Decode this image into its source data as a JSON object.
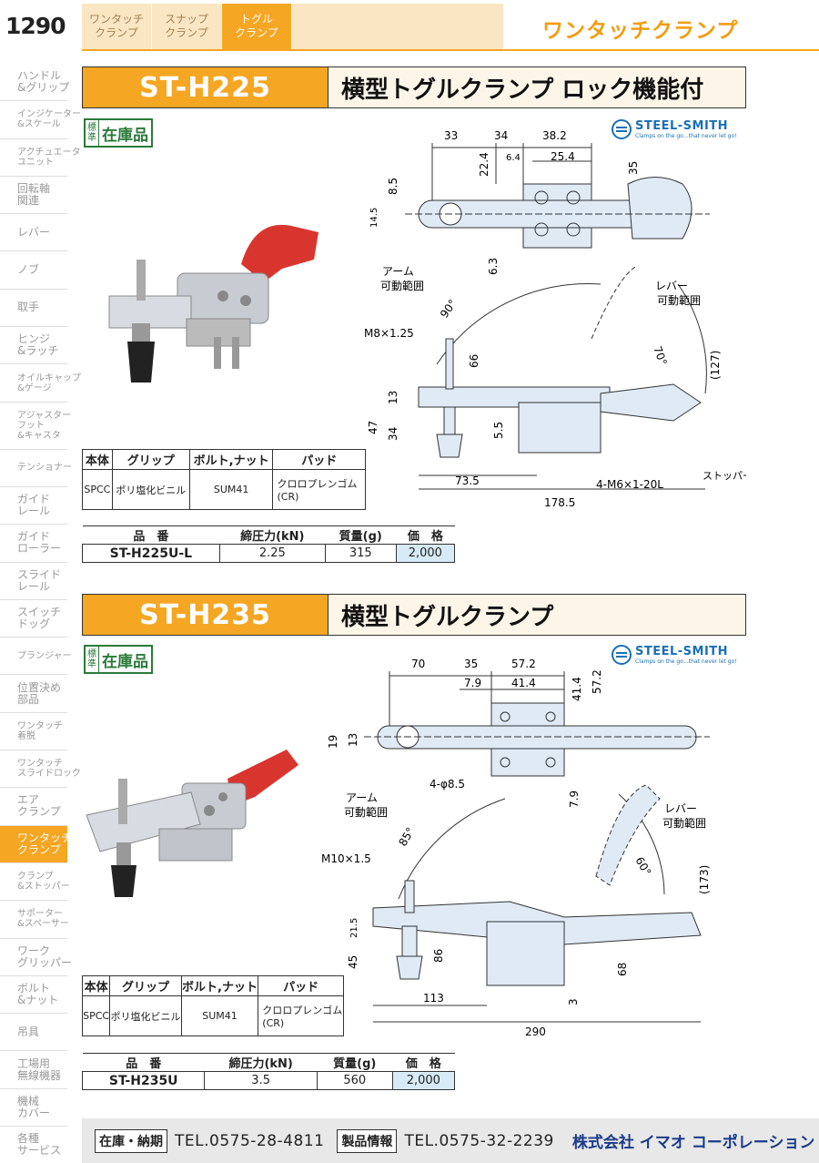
{
  "header": {
    "page": "1290",
    "tabs": [
      "ワンタッチ\nクランプ",
      "スナップ\nクランプ",
      "トグル\nクランプ"
    ],
    "title": "ワンタッチクランプ"
  },
  "sidebar": [
    "ハンドル\n&グリップ",
    "インジケーター\n&スケール",
    "アクチュエータ\nユニット",
    "回転軸\n関連",
    "レバー",
    "ノブ",
    "取手",
    "ヒンジ\n&ラッチ",
    "オイルキャップ\n&ゲージ",
    "アジャスター\nフット\n&キャスタ",
    "テンショナー",
    "ガイド\nレール",
    "ガイド\nローラー",
    "スライド\nレール",
    "スイッチ\nドッグ",
    "プランジャー",
    "位置決め\n部品",
    "ワンタッチ\n着脱",
    "ワンタッチ\nスライドロック",
    "エア\nクランプ",
    "ワンタッチ\nクランプ",
    "クランプ\n&ストッパー",
    "サポーター\n&スペーサー",
    "ワーク\nグリッパー",
    "ボルト\n&ナット",
    "吊具",
    "工場用\n無線機器",
    "機械\nカバー",
    "各種\nサービス"
  ],
  "stock": {
    "k": "標\n準",
    "v": "在庫品"
  },
  "logo": {
    "name": "STEEL-SMITH",
    "tag": "Clamps on the go…that never let go!"
  },
  "mat_head": [
    "本体",
    "グリップ",
    "ボルト,ナット",
    "パッド"
  ],
  "spec_head": [
    "品　番",
    "締圧力(kN)",
    "質量(g)",
    "価　格"
  ],
  "p1": {
    "model": "ST-H225",
    "name": "横型トグルクランプ ロック機能付",
    "mat": [
      "SPCC",
      "ポリ塩化ビニル",
      "SUM41",
      "クロロプレンゴム\n(CR)"
    ],
    "spec": [
      "ST-H225U-L",
      "2.25",
      "315",
      "2,000"
    ],
    "dims": {
      "d33": "33",
      "d34": "34",
      "d382": "38.2",
      "d64": "6.4",
      "d254": "25.4",
      "d224": "22.4",
      "d35": "35",
      "d85": "8.5",
      "d145": "14.5",
      "d63": "6.3",
      "arm": "アーム",
      "armr": "可動範囲",
      "a90": "90°",
      "lever": "レバー",
      "leverr": "可動範囲",
      "a70": "70°",
      "d127": "(127)",
      "m8": "M8×1.25",
      "d66": "66",
      "d13": "13",
      "d47": "47",
      "d34b": "34",
      "d55": "5.5",
      "d735": "73.5",
      "m6": "4-M6×1-20L",
      "d1785": "178.5",
      "stopper": "ストッパー"
    }
  },
  "p2": {
    "model": "ST-H235",
    "name": "横型トグルクランプ",
    "mat": [
      "SPCC",
      "ポリ塩化ビニル",
      "SUM41",
      "クロロプレンゴム\n(CR)"
    ],
    "spec": [
      "ST-H235U",
      "3.5",
      "560",
      "2,000"
    ],
    "dims": {
      "d70": "70",
      "d35": "35",
      "d572": "57.2",
      "d79": "7.9",
      "d414": "41.4",
      "d414v": "41.4",
      "d572v": "57.2",
      "d19": "19",
      "d13": "13",
      "h85": "4-φ8.5",
      "d79v": "7.9",
      "arm": "アーム",
      "armr": "可動範囲",
      "a85": "85°",
      "lever": "レバー",
      "leverr": "可動範囲",
      "a60": "60°",
      "d173": "(173)",
      "m10": "M10×1.5",
      "d215": "21.5",
      "d45": "45",
      "d86": "86",
      "d68": "68",
      "d113": "113",
      "d3": "3",
      "d290": "290"
    }
  },
  "footer": {
    "l1": "在庫・納期",
    "t1": "TEL.0575-28-4811",
    "l2": "製品情報",
    "t2": "TEL.0575-32-2239",
    "company": "株式会社 イマオ コーポレーション"
  },
  "colors": {
    "accent": "#f5a623",
    "handle": "#d9352f",
    "part": "#dfeaf5",
    "price": "#d6ebf7"
  }
}
